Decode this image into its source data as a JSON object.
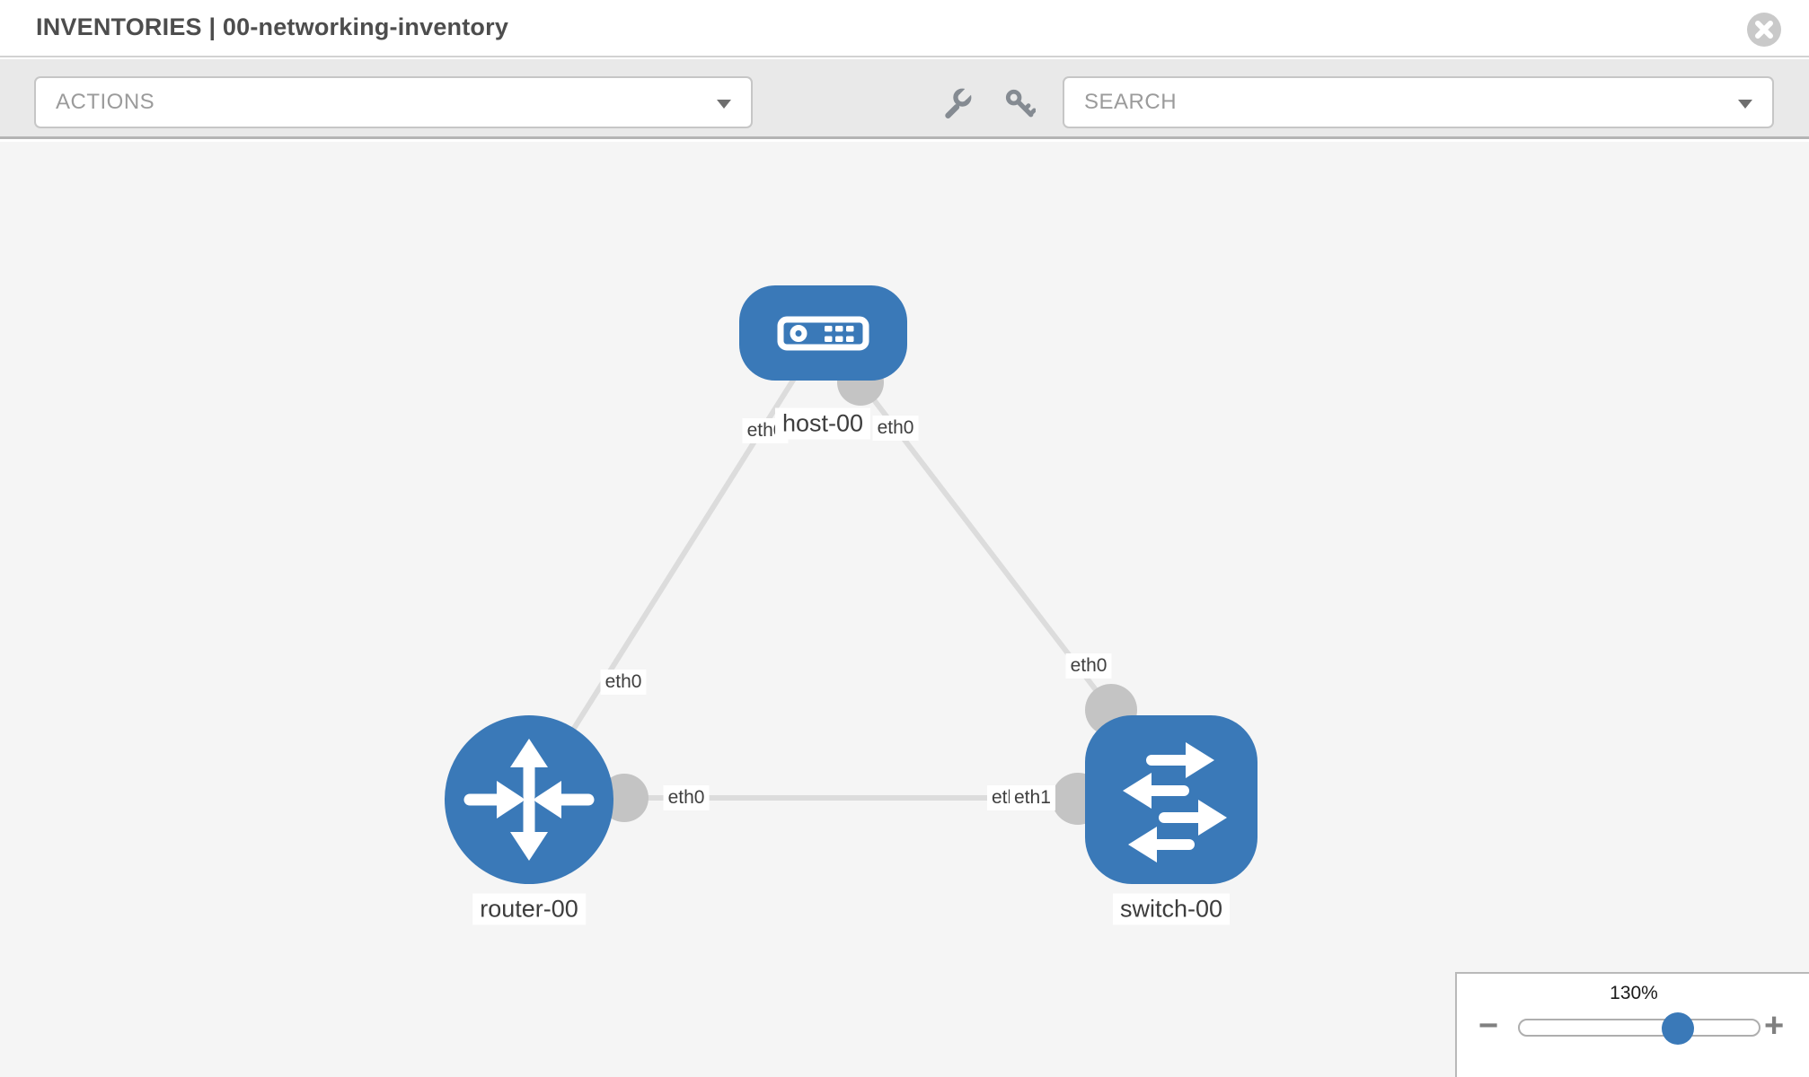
{
  "header": {
    "title": "INVENTORIES | 00-networking-inventory"
  },
  "toolbar": {
    "actions_placeholder": "ACTIONS",
    "search_placeholder": "SEARCH"
  },
  "topology": {
    "nodes": [
      {
        "id": "host-00",
        "type": "host",
        "label": "host-00"
      },
      {
        "id": "router-00",
        "type": "router",
        "label": "router-00"
      },
      {
        "id": "switch-00",
        "type": "switch",
        "label": "switch-00"
      }
    ],
    "links": [
      {
        "from": "host-00",
        "to": "router-00",
        "from_interface": "eth0",
        "to_interface": "eth0"
      },
      {
        "from": "host-00",
        "to": "switch-00",
        "from_interface": "eth0",
        "to_interface": "eth0"
      },
      {
        "from": "router-00",
        "to": "switch-00",
        "from_interface": "eth0",
        "to_interface": "eth1"
      }
    ]
  },
  "zoom_control": {
    "level": "130%",
    "zoom_out": "−",
    "zoom_in": "+"
  },
  "colors": {
    "node_fill": "#3a79b8",
    "link": "#dcdcdc",
    "interface_circle": "#c4c4c4",
    "canvas_bg": "#f5f5f5",
    "toolbar_bg": "#e9e9e9",
    "slider_thumb": "#3a79b8"
  }
}
